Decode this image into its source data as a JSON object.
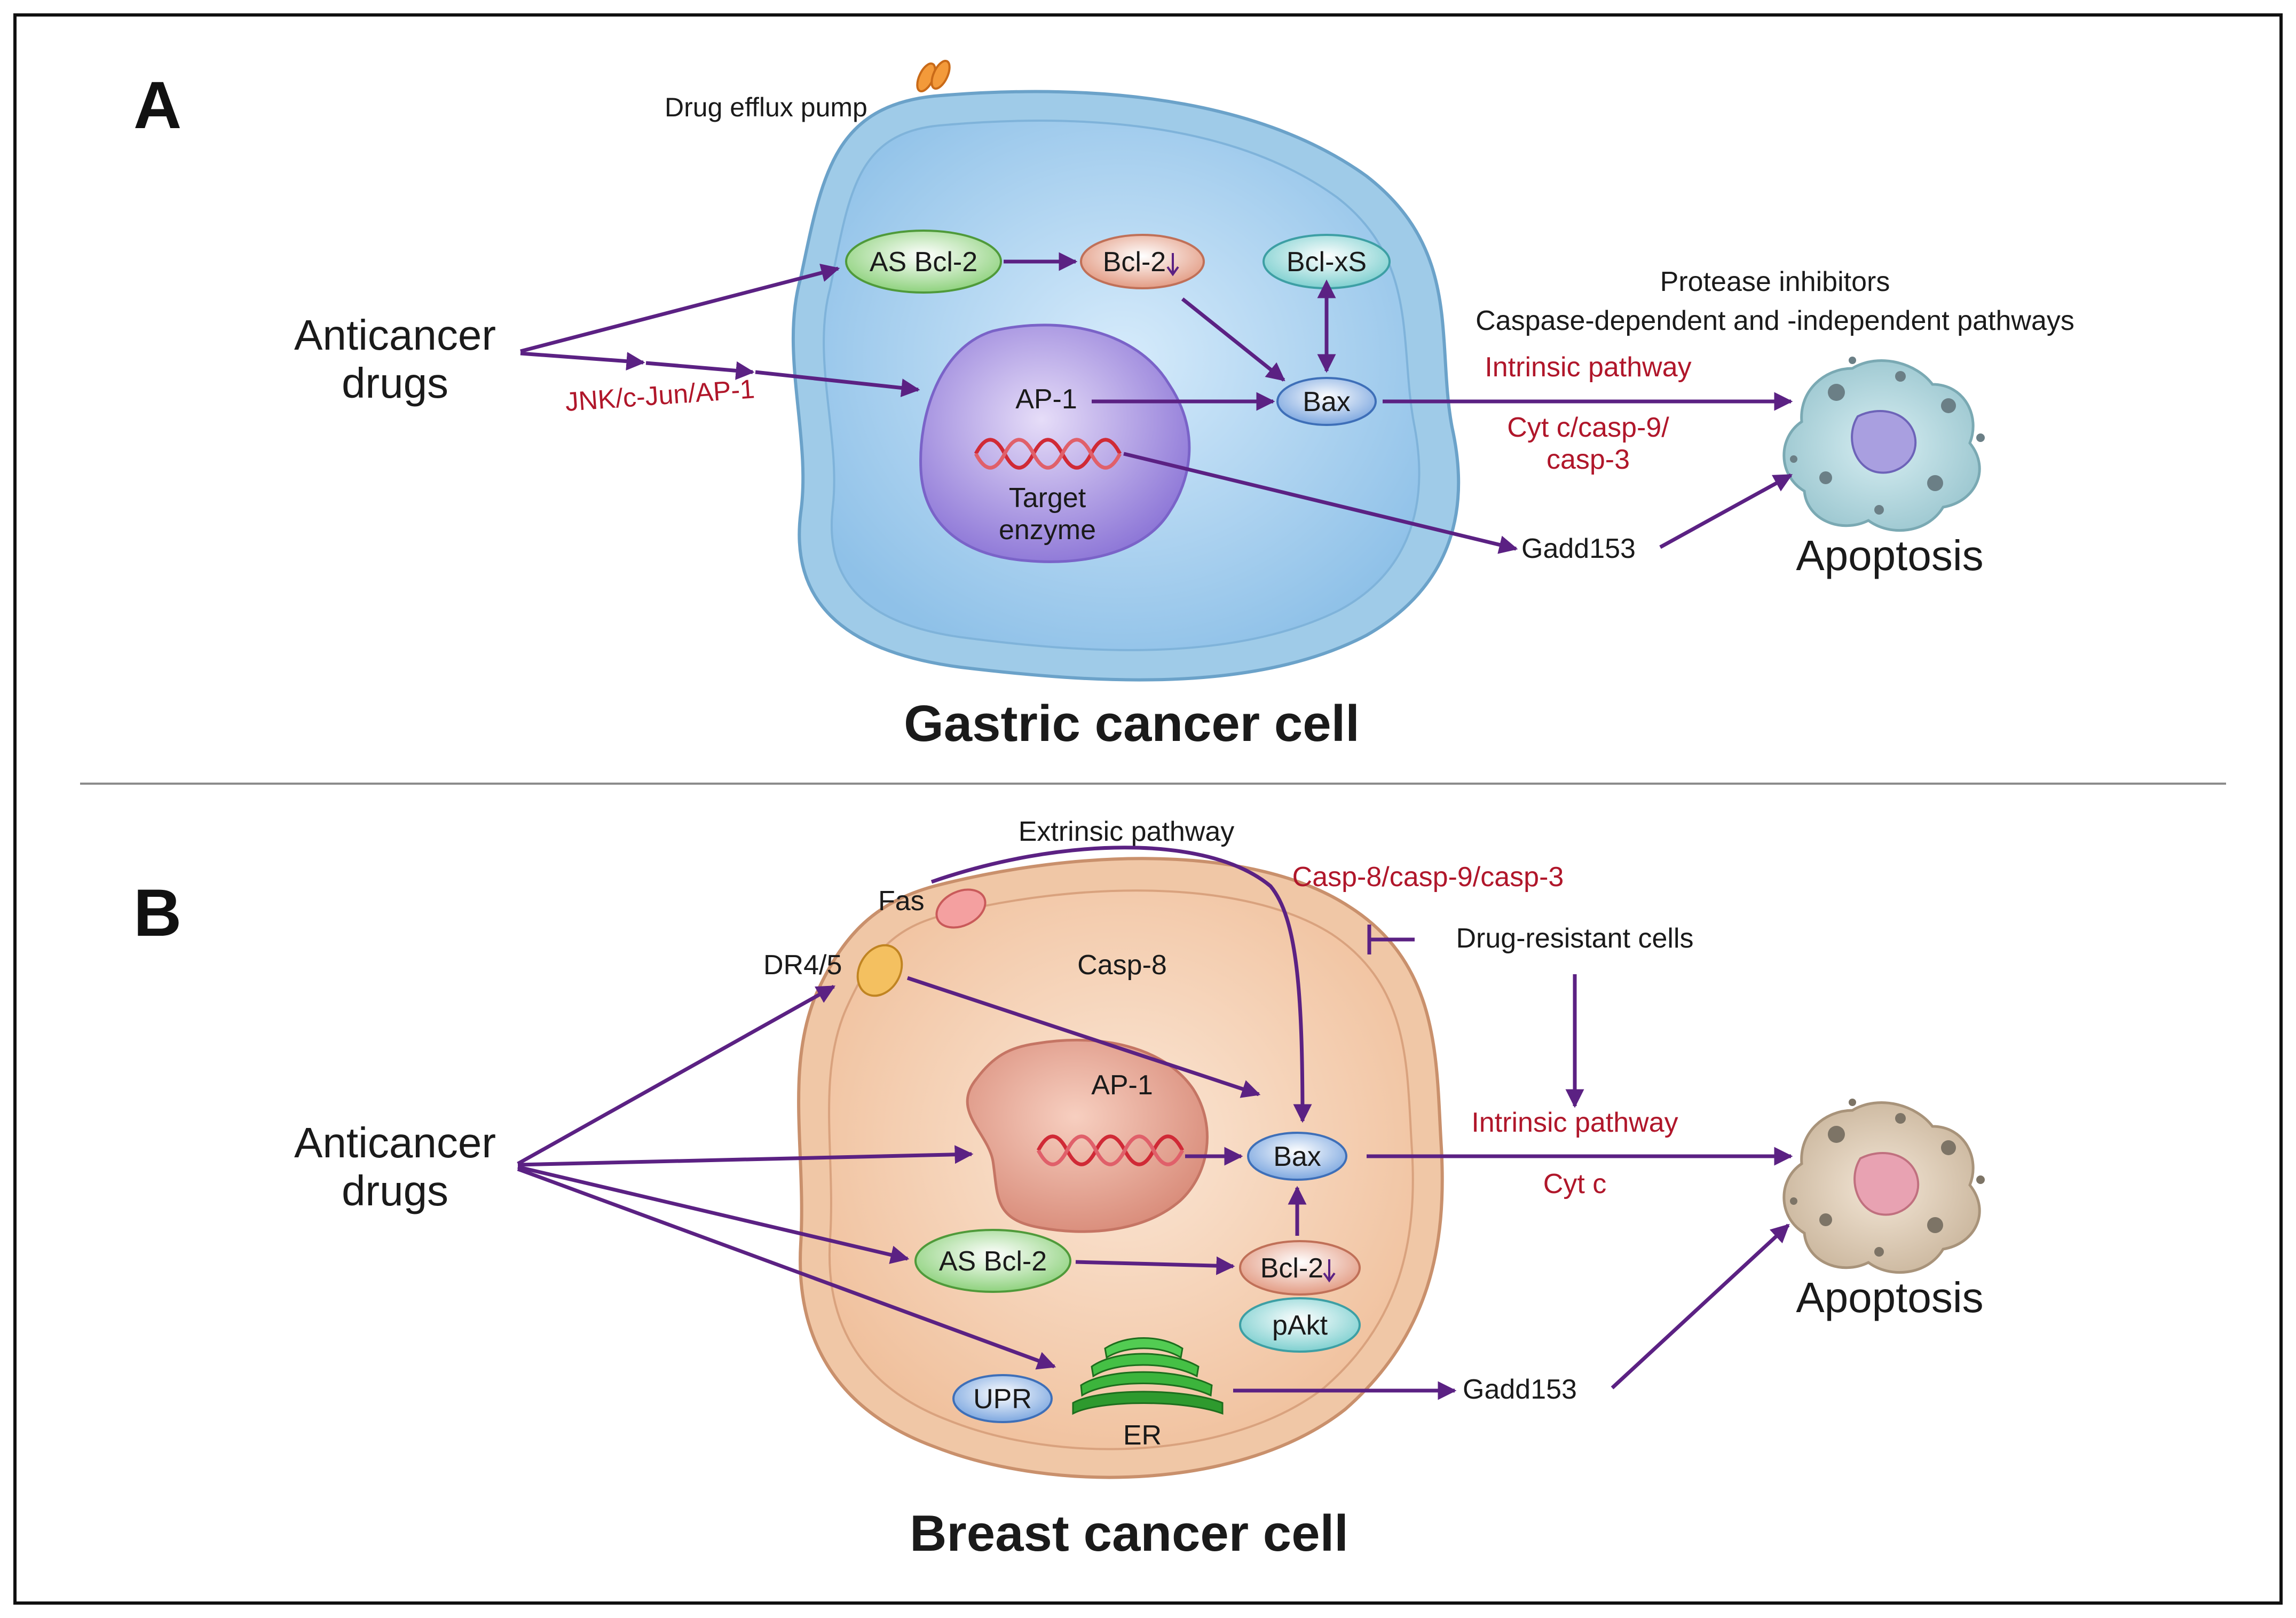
{
  "panel_a": {
    "letter": "A",
    "cell_title": "Gastric cancer cell",
    "drug_efflux_pump": "Drug efflux pump",
    "anticancer_line1": "Anticancer",
    "anticancer_line2": "drugs",
    "jnk": "JNK/c-Jun/AP-1",
    "as_bcl2": "AS Bcl-2",
    "bcl2": "Bcl-2",
    "bcl_xs": "Bcl-xS",
    "bax": "Bax",
    "ap1": "AP-1",
    "target_line1": "Target",
    "target_line2": "enzyme",
    "gadd153": "Gadd153",
    "protease": "Protease inhibitors",
    "caspase": "Caspase-dependent and -independent pathways",
    "intrinsic": "Intrinsic pathway",
    "cyt_line1": "Cyt c/casp-9/",
    "cyt_line2": "casp-3",
    "apoptosis": "Apoptosis"
  },
  "panel_b": {
    "letter": "B",
    "cell_title": "Breast cancer cell",
    "extrinsic": "Extrinsic pathway",
    "casp_chain": "Casp-8/casp-9/casp-3",
    "fas": "Fas",
    "dr45": "DR4/5",
    "casp8": "Casp-8",
    "drug_resistant": "Drug-resistant cells",
    "anticancer_line1": "Anticancer",
    "anticancer_line2": "drugs",
    "ap1": "AP-1",
    "bax": "Bax",
    "intrinsic": "Intrinsic pathway",
    "cyt": "Cyt c",
    "as_bcl2": "AS Bcl-2",
    "bcl2": "Bcl-2",
    "pakt": "pAkt",
    "upr": "UPR",
    "er": "ER",
    "gadd153": "Gadd153",
    "apoptosis": "Apoptosis"
  },
  "colors": {
    "arrow": "#5b2183",
    "red_text": "#b0162a",
    "gastric_cell": "#bcdcf3",
    "breast_cell": "#f6d3b7"
  }
}
